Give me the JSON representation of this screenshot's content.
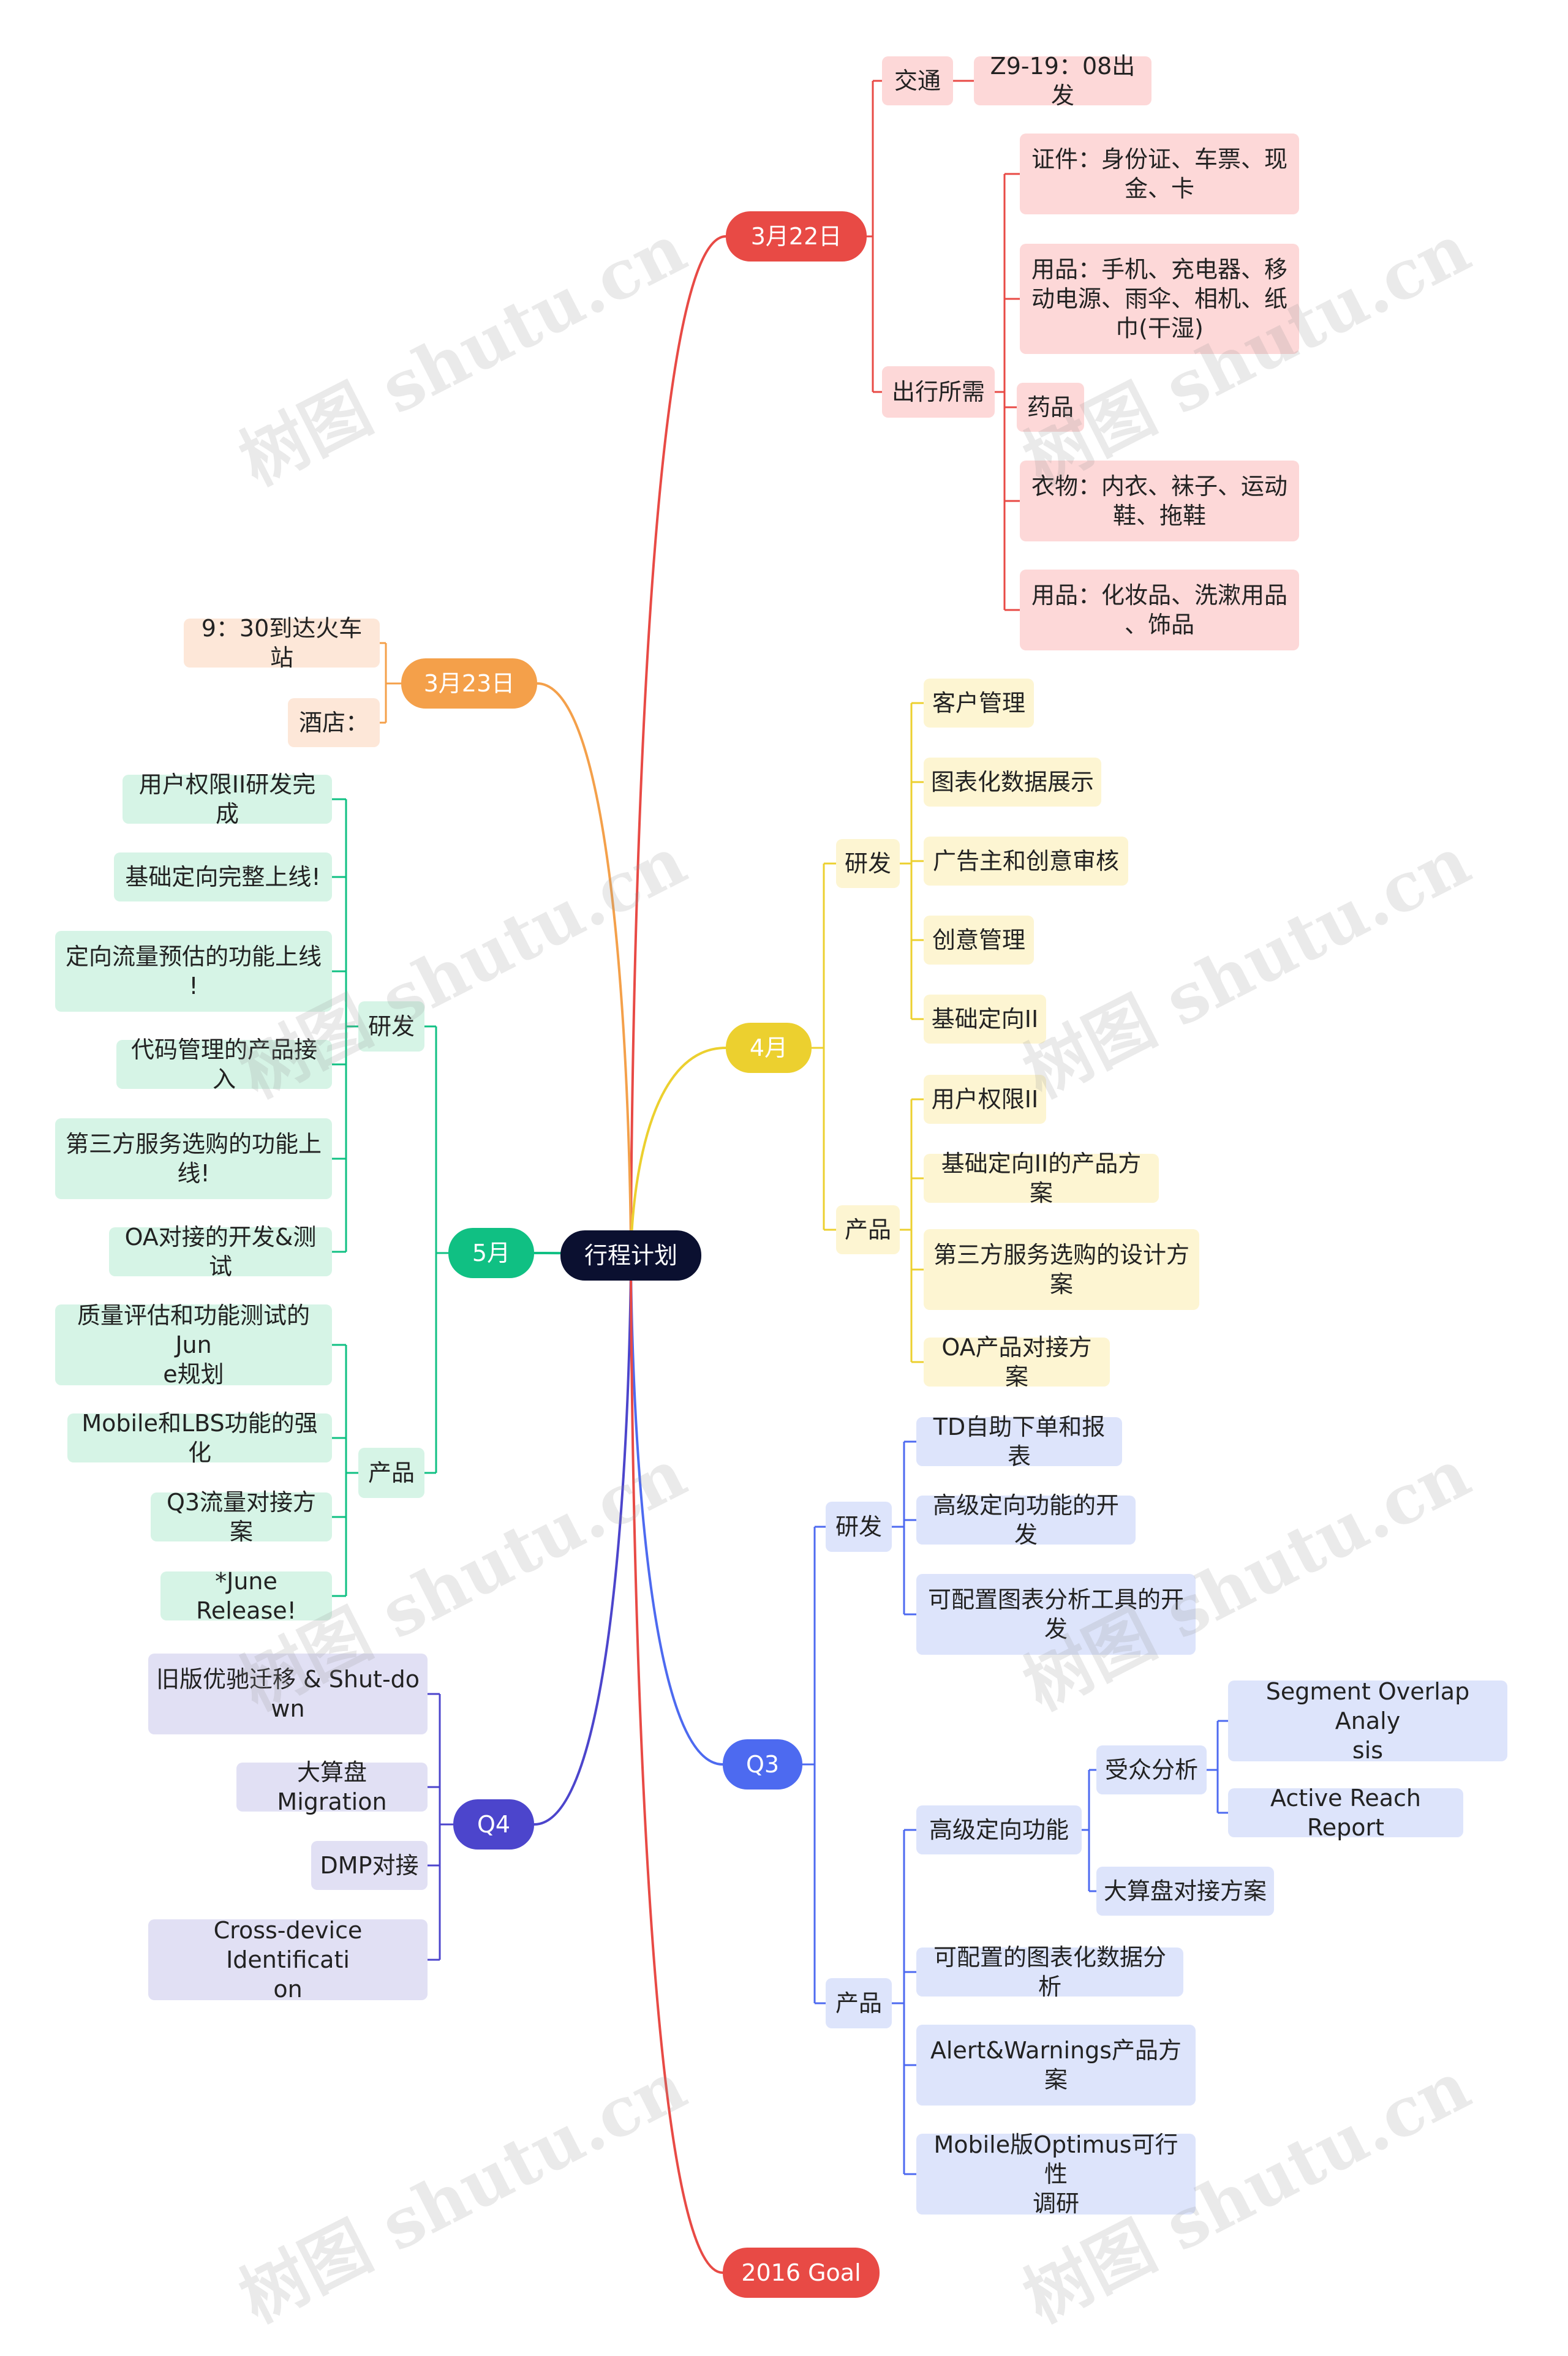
{
  "root": {
    "label": "行程计划"
  },
  "watermark": "树图 shutu.cn",
  "colors": {
    "red": "#e84a45",
    "red_light": "#fdd8d8",
    "orange": "#f4a04a",
    "orange_light": "#fde7d8",
    "yellow": "#ecd02f",
    "yellow_light": "#fdf5d2",
    "green": "#10c083",
    "green_light": "#d6f4e6",
    "blue": "#4d6af0",
    "blue_light": "#dde4fb",
    "indigo": "#4c45cc",
    "indigo_light": "#e1e0f4"
  },
  "branches": {
    "mar22": {
      "label": "3月22日",
      "transport": {
        "label": "交通",
        "train": "Z9-19：08出发"
      },
      "needs": {
        "label": "出行所需",
        "items": [
          "证件：身份证、车票、现\n金、卡",
          "用品：手机、充电器、移\n动电源、雨伞、相机、纸\n巾(干湿)",
          "药品",
          "衣物：内衣、袜子、运动\n鞋、拖鞋",
          "用品：化妆品、洗漱用品\n、饰品"
        ]
      }
    },
    "mar23": {
      "label": "3月23日",
      "items": [
        "9：30到达火车站",
        "酒店："
      ]
    },
    "apr": {
      "label": "4月",
      "rd": {
        "label": "研发",
        "items": [
          "客户管理",
          "图表化数据展示",
          "广告主和创意审核",
          "创意管理",
          "基础定向II"
        ]
      },
      "product": {
        "label": "产品",
        "items": [
          "用户权限II",
          "基础定向II的产品方案",
          "第三方服务选购的设计方\n案",
          "OA产品对接方案"
        ]
      }
    },
    "may": {
      "label": "5月",
      "rd": {
        "label": "研发",
        "items": [
          "用户权限II研发完成",
          "基础定向完整上线!",
          "定向流量预估的功能上线\n!",
          "代码管理的产品接入",
          "第三方服务选购的功能上\n线!",
          "OA对接的开发&测试"
        ]
      },
      "product": {
        "label": "产品",
        "items": [
          "质量评估和功能测试的Jun\ne规划",
          "Mobile和LBS功能的强化",
          "Q3流量对接方案",
          "*June Release!"
        ]
      }
    },
    "q3": {
      "label": "Q3",
      "rd": {
        "label": "研发",
        "items": [
          "TD自助下单和报表",
          "高级定向功能的开发",
          "可配置图表分析工具的开\n发"
        ]
      },
      "product": {
        "label": "产品",
        "advanced": {
          "label": "高级定向功能",
          "audience": {
            "label": "受众分析",
            "items": [
              "Segment Overlap Analy\nsis",
              "Active Reach Report"
            ]
          },
          "dsp": "大算盘对接方案"
        },
        "items": [
          "可配置的图表化数据分析",
          "Alert&Warnings产品方\n案",
          "Mobile版Optimus可行性\n调研"
        ]
      }
    },
    "q4": {
      "label": "Q4",
      "items": [
        "旧版优驰迁移 & Shut-do\nwn",
        "大算盘Migration",
        "DMP对接",
        "Cross-device Identificati\non"
      ]
    },
    "goal": {
      "label": "2016 Goal"
    }
  }
}
